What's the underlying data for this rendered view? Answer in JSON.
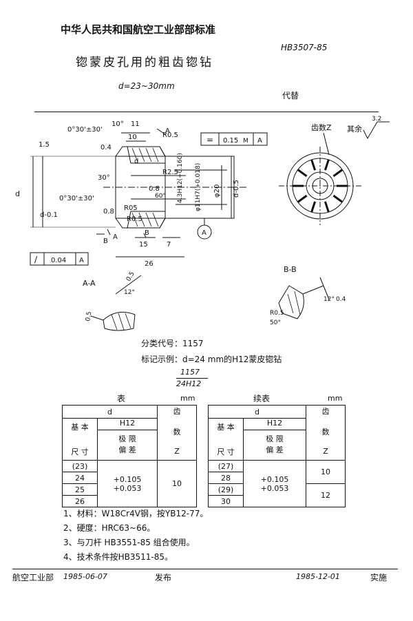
{
  "header": {
    "org_standard": "中华人民共和国航空工业部部标准",
    "title": "锪蒙皮孔用的粗齿锪钻",
    "subtitle": "d=23~30mm",
    "code": "HB3507-85",
    "replaces": "代替"
  },
  "drawing": {
    "dims": {
      "angle1": "0°30'±30'",
      "angle2": "0°30'±30'",
      "deg10": "10°",
      "eleven": "11",
      "ten": "10",
      "r05a": "R0.5",
      "r05b": "R05",
      "r05c": "R0.5",
      "r25": "R2.5",
      "c04": "0.4",
      "c08a": "0.8",
      "c08b": "0.8",
      "deg30": "30°",
      "one5": "1.5",
      "d": "d",
      "d01": "d-0.1",
      "d05": "d-0.5",
      "phi20": "φ20",
      "h1": "4.3H12(+0.160)",
      "h2": "φ11H7(+0.018)",
      "sixty": "60°",
      "b1": "B",
      "b2": "B",
      "a1": "A",
      "a2": "A",
      "fifteen": "15",
      "seven": "7",
      "twentysix": "26",
      "d_sym": "d"
    },
    "tolerance_top": {
      "sym": "=",
      "value": "0.15",
      "mod": "M",
      "datum": "A"
    },
    "tolerance_bottom": {
      "sym": "/",
      "value": "0.04",
      "datum": "A"
    },
    "datum_circle": "A",
    "teeth_label": "齿数Z",
    "surface": {
      "value": "3.2",
      "label": "其余"
    },
    "section_aa": {
      "label": "A-A",
      "d05": "0.5",
      "d05b": "0.5",
      "ang": "12°"
    },
    "section_bb": {
      "label": "B-B",
      "ang": "12°",
      "r": "R0.5",
      "ang50": "50°",
      "val": "0.4"
    }
  },
  "classification": {
    "code_label": "分类代号：1157",
    "example_label": "标记示例：d=24 mm的H12蒙皮锪钻",
    "fraction_top": "1157",
    "fraction_bottom": "24H12"
  },
  "table1": {
    "title": "表",
    "unit": "mm",
    "col_d": "d",
    "col_h12": "H12",
    "col_basic": "基  本",
    "col_size": "尺  寸",
    "col_dev": "极  限",
    "col_dev2": "偏  差",
    "col_teeth": "齿",
    "col_teeth2": "数",
    "col_z": "Z",
    "rows": [
      "(23)",
      "24",
      "25",
      "26"
    ],
    "dev_plus": "+0.105",
    "dev_minus": "+0.053",
    "teeth": "10"
  },
  "table2": {
    "title": "续表",
    "unit": "mm",
    "col_d": "d",
    "col_h12": "H12",
    "col_basic": "基  本",
    "col_size": "尺  寸",
    "col_dev": "极  限",
    "col_dev2": "偏  差",
    "col_teeth": "齿",
    "col_teeth2": "数",
    "col_z": "Z",
    "rows": [
      "(27)",
      "28",
      "(29)",
      "30"
    ],
    "dev_plus": "+0.105",
    "dev_minus": "+0.053",
    "teeth_a": "10",
    "teeth_b": "12"
  },
  "notes": [
    "1、材料：W18Cr4V钢，按YB12-77。",
    "2、硬度：HRC63~66。",
    "3、与刀杆  HB3551-85  组合使用。",
    "4、技术条件按HB3511-85。"
  ],
  "footer": {
    "issuer": "航空工业部",
    "issue_date": "1985-06-07",
    "publish": "发布",
    "effective_date": "1985-12-01",
    "implement": "实施"
  }
}
